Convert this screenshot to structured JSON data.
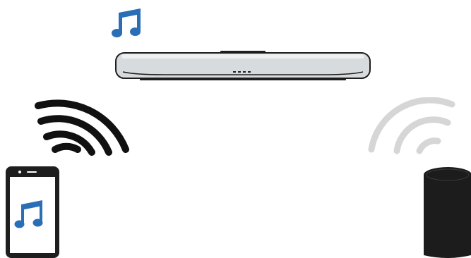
{
  "colors": {
    "music_note": "#2a6fb6",
    "device_outline": "#1e1e1e",
    "soundbar_body": "#d8dbdd",
    "soundbar_highlight": "#eef0f1",
    "soundbar_shadow": "#b8bcbf",
    "wifi_active": "#111111",
    "wifi_inactive": "#d6d6d6",
    "phone_screen": "#ffffff",
    "smart_speaker": "#1c1c1c"
  },
  "icons": {
    "top_note": "music-note-icon",
    "phone_note": "music-note-icon",
    "left_signal": "wireless-signal-icon",
    "right_signal": "wireless-signal-icon"
  },
  "signals": {
    "left": {
      "state": "active",
      "arcs": 4
    },
    "right": {
      "state": "inactive",
      "arcs": 3
    }
  }
}
